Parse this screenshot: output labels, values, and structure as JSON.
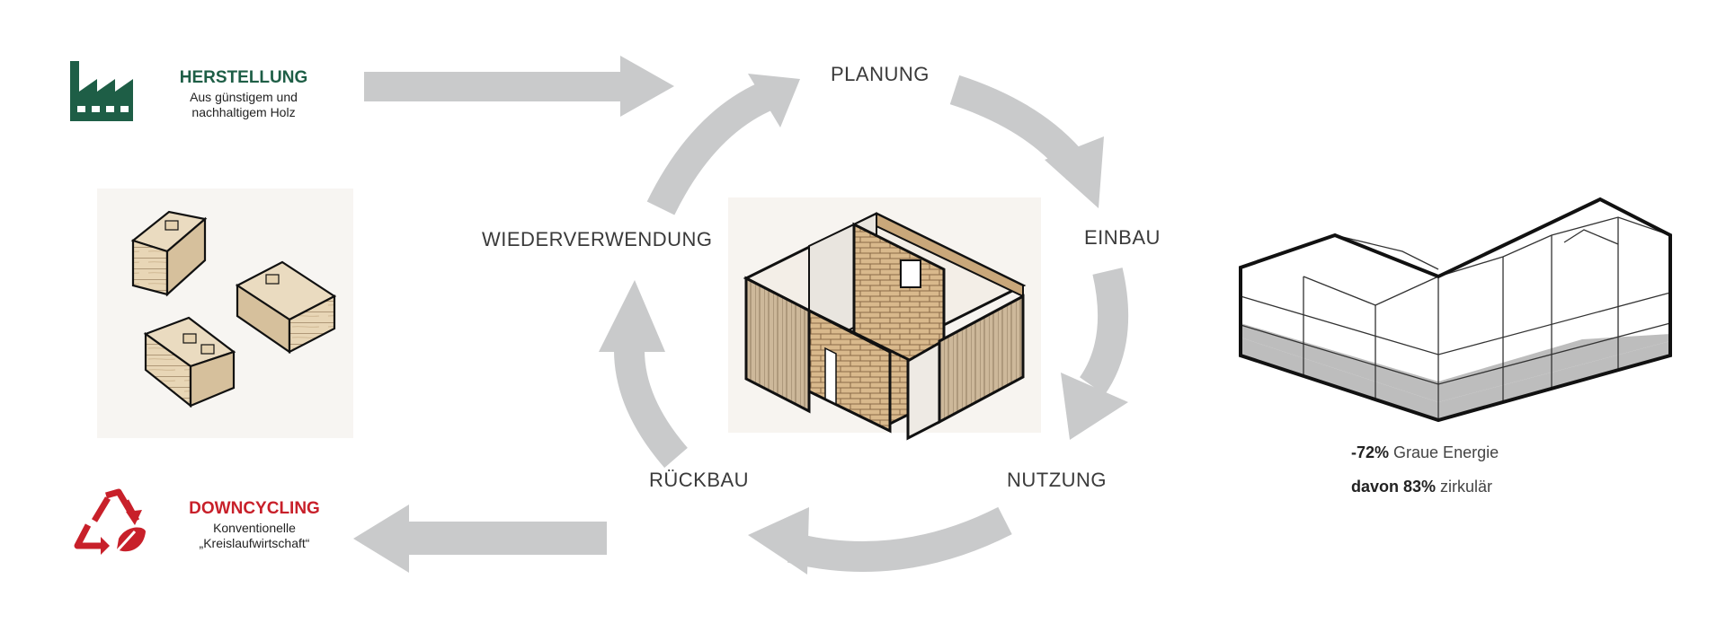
{
  "cycle": {
    "planung": "PLANUNG",
    "einbau": "EINBAU",
    "nutzung": "NUTZUNG",
    "rueckbau": "RÜCKBAU",
    "wiederverwendung": "WIEDERVERWENDUNG"
  },
  "herstellung": {
    "title": "HERSTELLUNG",
    "line1": "Aus günstigem und",
    "line2": "nachhaltigem Holz",
    "icon": "factory-icon",
    "color": "#1e5e46"
  },
  "downcycling": {
    "title": "DOWNCYCLING",
    "line1": "Konventionelle",
    "line2": "„Kreislaufwirtschaft“",
    "icon": "recycle-leaf-icon",
    "color": "#c8202a"
  },
  "stats": {
    "energy_value": "-72%",
    "energy_label": " Graue Energie",
    "circular_value": "davon 83%",
    "circular_label": " zirkulär"
  },
  "colors": {
    "arrow": "#c9cacb",
    "wood": "#d8c3a2",
    "brick": "#d6b487"
  }
}
